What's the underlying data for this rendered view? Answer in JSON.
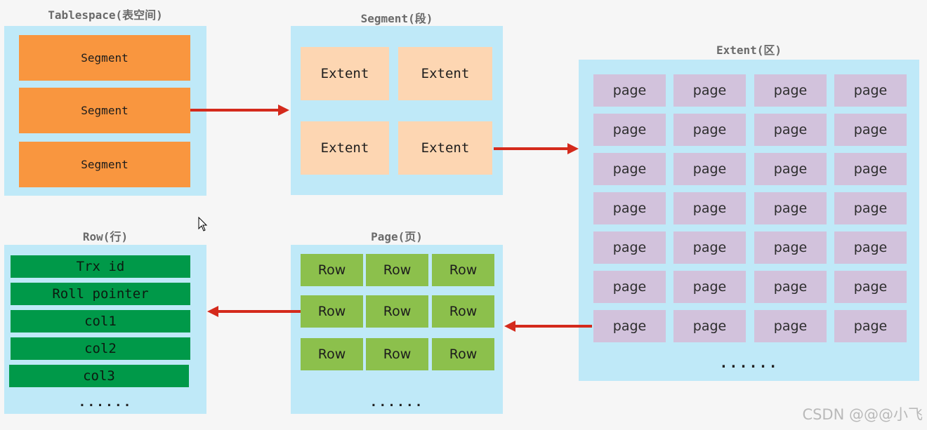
{
  "tablespace": {
    "title": "Tablespace(表空间)",
    "segments": [
      "Segment",
      "Segment",
      "Segment"
    ]
  },
  "segment": {
    "title": "Segment(段)",
    "extents": [
      "Extent",
      "Extent",
      "Extent",
      "Extent"
    ]
  },
  "extent": {
    "title": "Extent(区)",
    "page_label": "page",
    "dots": "......"
  },
  "page": {
    "title": "Page(页)",
    "row_label": "Row",
    "dots": "......"
  },
  "row": {
    "title": "Row(行)",
    "fields": [
      "Trx id",
      "Roll pointer",
      "col1",
      "col2",
      "col3"
    ],
    "dots": "......"
  },
  "watermark": "CSDN @@@小飞",
  "colors": {
    "panel": "#bfe9f8",
    "segment": "#f9963f",
    "extent": "#fdd6b2",
    "page": "#d2c2dc",
    "row": "#8cc04c",
    "field": "#009949",
    "arrow": "#d42a1c"
  },
  "icons": {
    "cursor": "mouse-pointer-icon"
  }
}
